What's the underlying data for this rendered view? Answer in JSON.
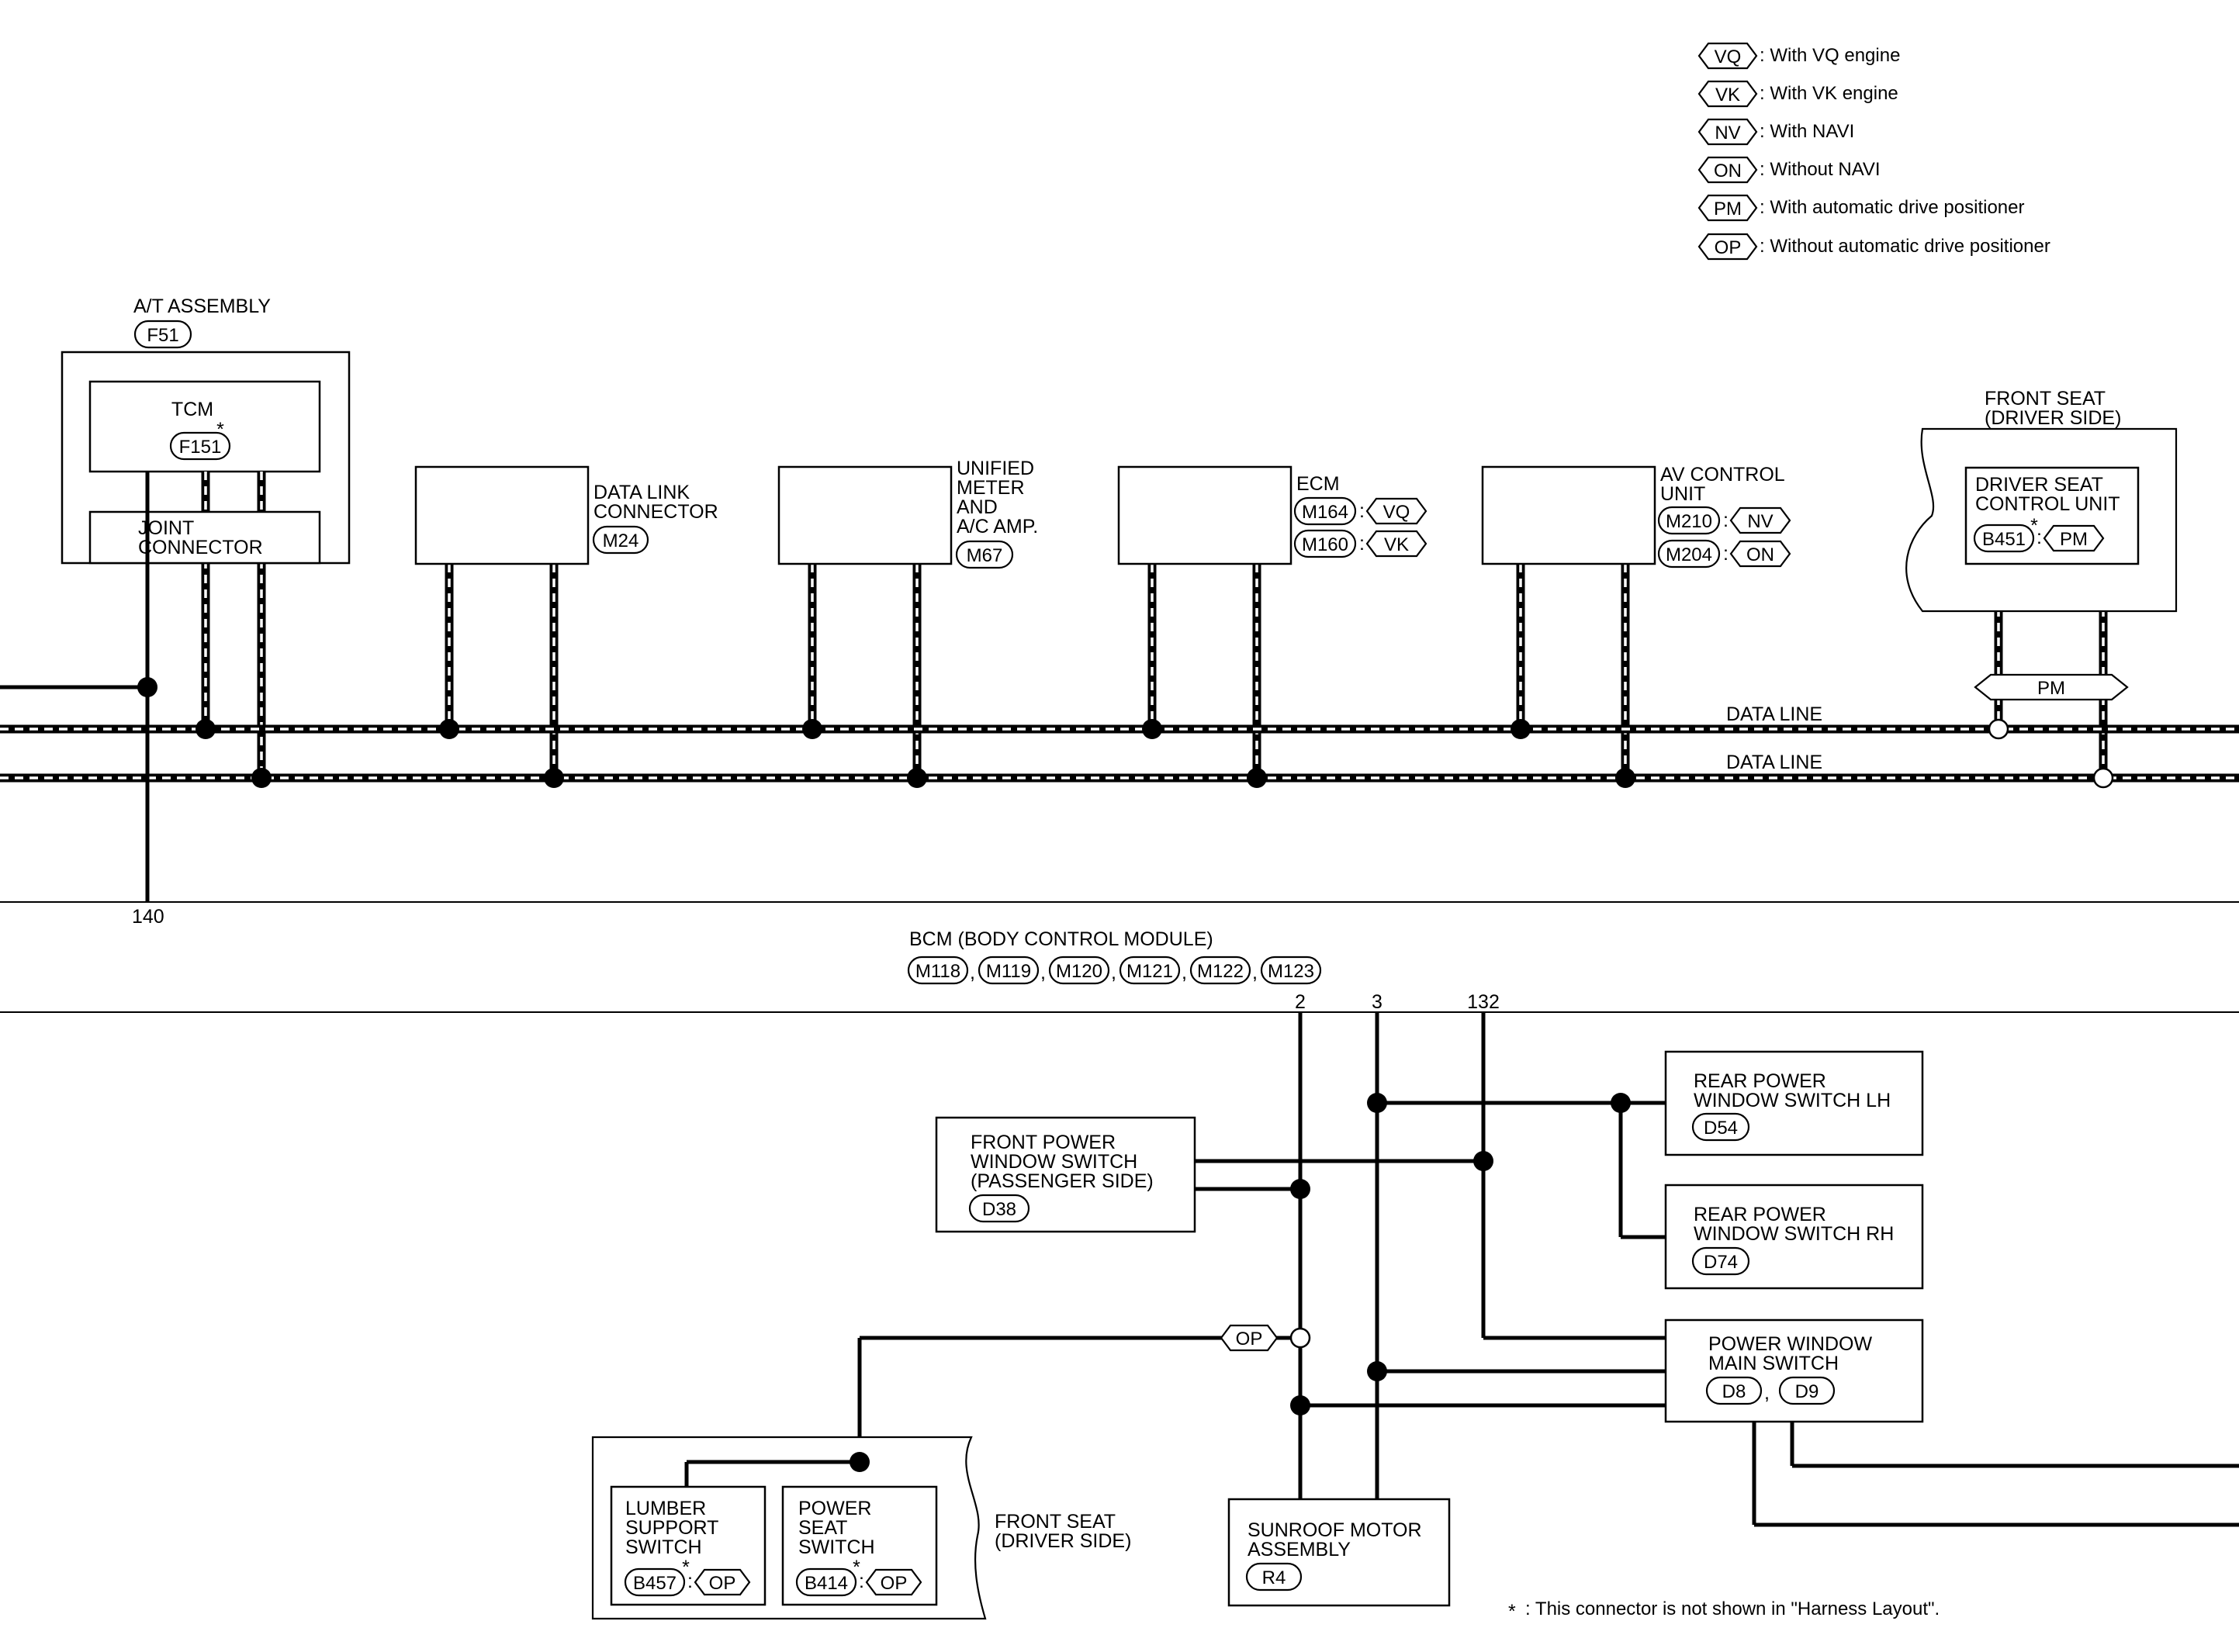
{
  "legend": [
    {
      "code": "VQ",
      "text": ": With VQ engine"
    },
    {
      "code": "VK",
      "text": ": With VK engine"
    },
    {
      "code": "NV",
      "text": ": With NAVI"
    },
    {
      "code": "ON",
      "text": ": Without NAVI"
    },
    {
      "code": "PM",
      "text": ": With automatic drive positioner"
    },
    {
      "code": "OP",
      "text": ": Without automatic drive positioner"
    }
  ],
  "components": {
    "at_assembly": {
      "title": "A/T ASSEMBLY",
      "connector": "F51"
    },
    "tcm": {
      "title": "TCM",
      "connector": "F151",
      "star": "*"
    },
    "joint_connector": {
      "line1": "JOINT",
      "line2": "CONNECTOR"
    },
    "data_link": {
      "line1": "DATA LINK",
      "line2": "CONNECTOR",
      "connector": "M24"
    },
    "unified_meter": {
      "line1": "UNIFIED",
      "line2": "METER",
      "line3": "AND",
      "line4": "A/C AMP.",
      "connector": "M67"
    },
    "ecm": {
      "title": "ECM",
      "conn1": "M164",
      "cond1": "VQ",
      "conn2": "M160",
      "cond2": "VK",
      "colon": ":"
    },
    "av_control": {
      "line1": "AV CONTROL",
      "line2": "UNIT",
      "conn1": "M210",
      "cond1": "NV",
      "conn2": "M204",
      "cond2": "ON"
    },
    "front_seat_top": {
      "line1": "FRONT SEAT",
      "line2": "(DRIVER SIDE)"
    },
    "driver_seat_cu": {
      "line1": "DRIVER SEAT",
      "line2": "CONTROL UNIT",
      "connector": "B451",
      "cond": "PM",
      "star": "*"
    },
    "bcm": {
      "title": "BCM (BODY CONTROL MODULE)",
      "connectors": [
        "M118",
        "M119",
        "M120",
        "M121",
        "M122",
        "M123"
      ],
      "sep": ","
    },
    "front_pw_switch": {
      "line1": "FRONT POWER",
      "line2": "WINDOW SWITCH",
      "line3": "(PASSENGER SIDE)",
      "connector": "D38"
    },
    "rear_pw_lh": {
      "line1": "REAR POWER",
      "line2": "WINDOW SWITCH LH",
      "connector": "D54"
    },
    "rear_pw_rh": {
      "line1": "REAR POWER",
      "line2": "WINDOW SWITCH RH",
      "connector": "D74"
    },
    "pw_main": {
      "line1": "POWER WINDOW",
      "line2": "MAIN SWITCH",
      "conn1": "D8",
      "conn2": "D9"
    },
    "sunroof": {
      "line1": "SUNROOF MOTOR",
      "line2": "ASSEMBLY",
      "connector": "R4"
    },
    "lumber": {
      "line1": "LUMBER",
      "line2": "SUPPORT",
      "line3": "SWITCH",
      "connector": "B457",
      "cond": "OP",
      "star": "*"
    },
    "power_seat": {
      "line1": "POWER",
      "line2": "SEAT",
      "line3": "SWITCH",
      "connector": "B414",
      "cond": "OP",
      "star": "*"
    },
    "front_seat_bottom": {
      "line1": "FRONT SEAT",
      "line2": "(DRIVER SIDE)"
    }
  },
  "lines": {
    "data_line_1": "DATA LINE",
    "data_line_2": "DATA LINE",
    "pm_label": "PM",
    "op_label": "OP"
  },
  "terminals": {
    "t140": "140",
    "t2": "2",
    "t3": "3",
    "t132": "132"
  },
  "footnote": {
    "star": "*",
    "text": ": This connector is not shown in \"Harness Layout\"."
  }
}
